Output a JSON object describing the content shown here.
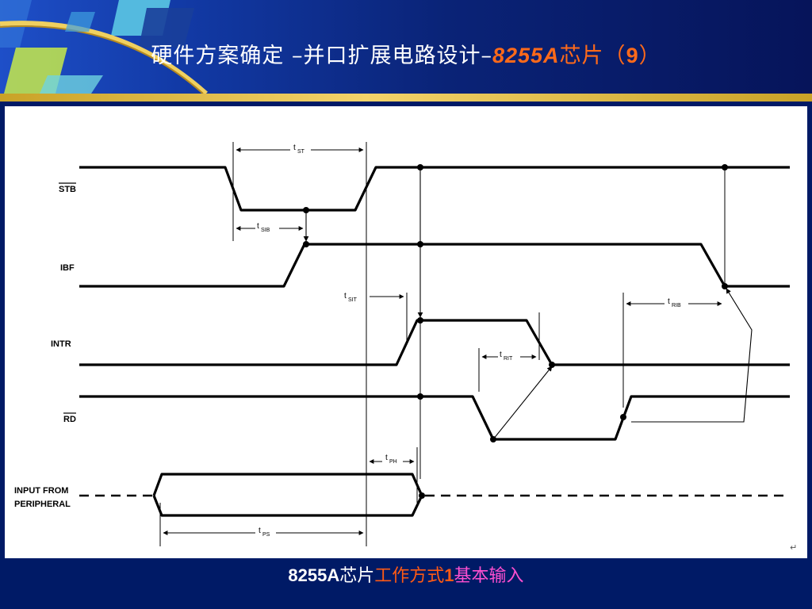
{
  "header": {
    "title_main": "硬件方案确定 –并口扩展电路设计–",
    "title_hl": "8255A",
    "title_hl2": "芯片（",
    "title_hl3": "9",
    "title_hl4": "）"
  },
  "diagram": {
    "signals": [
      "STB",
      "IBF",
      "INTR",
      "RD",
      "INPUT FROM",
      "PERIPHERAL"
    ],
    "timing_labels": {
      "tst": {
        "t": "t",
        "sub": "ST"
      },
      "tsib": {
        "t": "t",
        "sub": "SIB"
      },
      "tsit": {
        "t": "t",
        "sub": "SIT"
      },
      "trit": {
        "t": "t",
        "sub": "RIT"
      },
      "trib": {
        "t": "t",
        "sub": "RIB"
      },
      "tph": {
        "t": "t",
        "sub": "PH"
      },
      "tps": {
        "t": "t",
        "sub": "PS"
      }
    },
    "corner_mark": "↵"
  },
  "caption": {
    "part1": "8255A",
    "part2": "芯片",
    "part3": "工作方式",
    "part4": "1",
    "part5": "基本输入"
  },
  "colors": {
    "header_accent": "#ff6a1a",
    "caption_orange": "#ff5a14",
    "caption_pink": "#ff4fd0",
    "gold": "#e8c24a"
  }
}
